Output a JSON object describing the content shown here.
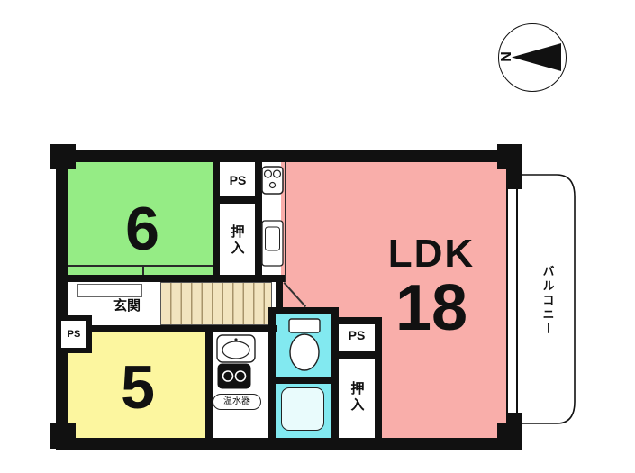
{
  "compass": {
    "north_label": "N"
  },
  "colors": {
    "wall": "#111111",
    "room_green": "#95EC85",
    "room_pink": "#F9AEAA",
    "room_yellow": "#FCF69F",
    "room_cyan": "#82E9F0",
    "stairs_bg": "#F2E4BE"
  },
  "labels": {
    "room6": "6",
    "room5": "5",
    "ldk": "LDK",
    "ldk_size": "18",
    "genkan": "玄関",
    "balcony": "バルコニー",
    "closet_top": "押入",
    "closet_bottom": "押入",
    "ps_top": "PS",
    "ps_left": "PS",
    "ps_right": "PS",
    "water_heater": "温水器"
  }
}
